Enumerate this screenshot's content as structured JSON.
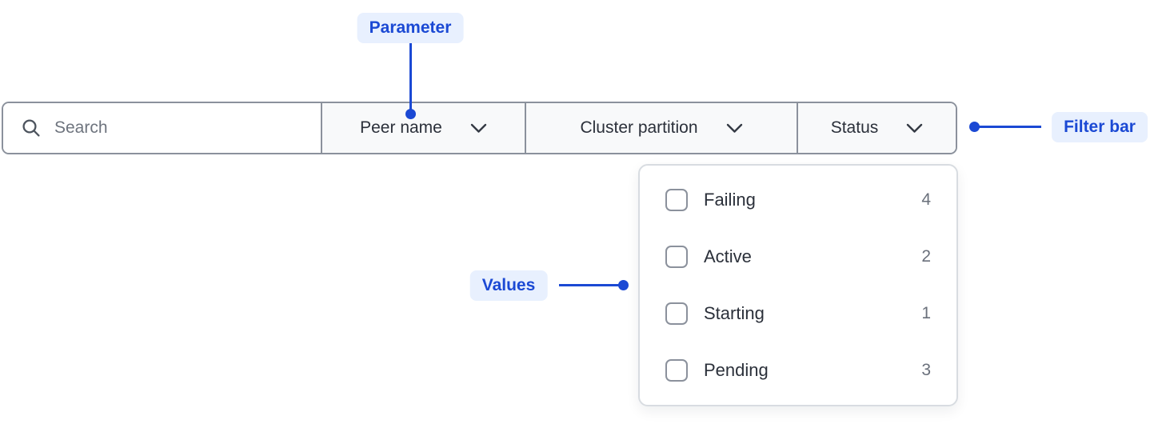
{
  "annotations": {
    "parameter_label": "Parameter",
    "values_label": "Values",
    "filter_bar_label": "Filter bar",
    "accent_color": "#1b49d4",
    "badge_bg_color": "#e8f0fe"
  },
  "filter_bar": {
    "search": {
      "placeholder": "Search",
      "value": ""
    },
    "dropdowns": [
      {
        "label": "Peer name"
      },
      {
        "label": "Cluster partition"
      },
      {
        "label": "Status"
      }
    ],
    "border_color": "#8b919c"
  },
  "status_dropdown": {
    "open_for": "Status",
    "options": [
      {
        "label": "Failing",
        "count": "4",
        "checked": false
      },
      {
        "label": "Active",
        "count": "2",
        "checked": false
      },
      {
        "label": "Starting",
        "count": "1",
        "checked": false
      },
      {
        "label": "Pending",
        "count": "3",
        "checked": false
      }
    ]
  }
}
